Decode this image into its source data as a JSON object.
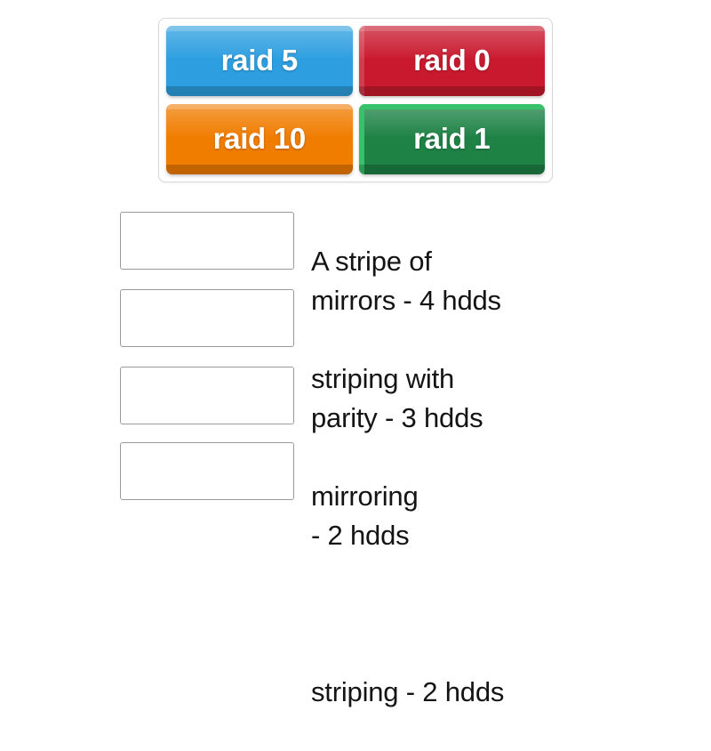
{
  "tray": {
    "name": "draggable-answer-tiles",
    "tiles": [
      {
        "label": "raid 5",
        "color": "#2d9fe0",
        "name": "tile-raid-5"
      },
      {
        "label": "raid 0",
        "color": "#c9192e",
        "name": "tile-raid-0"
      },
      {
        "label": "raid 10",
        "color": "#f07c00",
        "name": "tile-raid-10"
      },
      {
        "label": "raid 1",
        "color": "#1e8245",
        "name": "tile-raid-1"
      }
    ]
  },
  "answers": {
    "rows": [
      {
        "box_value": "",
        "text": "A stripe of\nmirrors - 4 hdds"
      },
      {
        "box_value": "",
        "text": "striping with\nparity - 3 hdds"
      },
      {
        "box_value": "",
        "text": "mirroring\n- 2 hdds"
      },
      {
        "box_value": "",
        "text": "striping - 2 hdds"
      }
    ]
  },
  "colors": {
    "background": "#ffffff",
    "tray_border": "#d8d8d8",
    "box_border": "#9a9a9a",
    "text": "#141414",
    "tile_text": "#ffffff"
  }
}
